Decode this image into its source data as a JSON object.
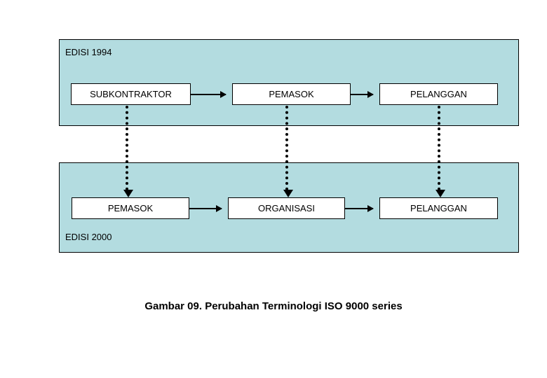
{
  "figure": {
    "caption": "Gambar 09. Perubahan Terminologi ISO 9000 series",
    "background_color": "#ffffff"
  },
  "theme": {
    "panel_fill": "#b3dce0",
    "panel_border": "#000000",
    "node_fill": "#ffffff",
    "node_border": "#000000",
    "connector_color": "#000000"
  },
  "panels": [
    {
      "id": "edisi-1994",
      "label": "EDISI 1994",
      "label_position": "top-left",
      "nodes": [
        {
          "id": "subkontraktor",
          "label": "SUBKONTRAKTOR"
        },
        {
          "id": "pemasok-top",
          "label": "PEMASOK"
        },
        {
          "id": "pelanggan-top",
          "label": "PELANGGAN"
        }
      ]
    },
    {
      "id": "edisi-2000",
      "label": "EDISI 2000",
      "label_position": "bottom-left",
      "nodes": [
        {
          "id": "pemasok-bottom",
          "label": "PEMASOK"
        },
        {
          "id": "organisasi",
          "label": "ORGANISASI"
        },
        {
          "id": "pelanggan-bottom",
          "label": "PELANGGAN"
        }
      ]
    }
  ],
  "connectors": {
    "flow_arrows": [
      {
        "id": "sub-to-pemasok",
        "from": "subkontraktor",
        "to": "pemasok-top",
        "style": "solid"
      },
      {
        "id": "pemasok-to-pelanggan",
        "from": "pemasok-top",
        "to": "pelanggan-top",
        "style": "solid"
      },
      {
        "id": "pemasok-to-organisasi",
        "from": "pemasok-bottom",
        "to": "organisasi",
        "style": "solid"
      },
      {
        "id": "organisasi-to-pelanggan",
        "from": "organisasi",
        "to": "pelanggan-bottom",
        "style": "solid"
      }
    ],
    "mapping_arrows": [
      {
        "id": "map-subkontraktor-pemasok",
        "from": "subkontraktor",
        "to": "pemasok-bottom",
        "style": "dotted"
      },
      {
        "id": "map-pemasok-organisasi",
        "from": "pemasok-top",
        "to": "organisasi",
        "style": "dotted"
      },
      {
        "id": "map-pelanggan-pelanggan",
        "from": "pelanggan-top",
        "to": "pelanggan-bottom",
        "style": "dotted"
      }
    ]
  }
}
